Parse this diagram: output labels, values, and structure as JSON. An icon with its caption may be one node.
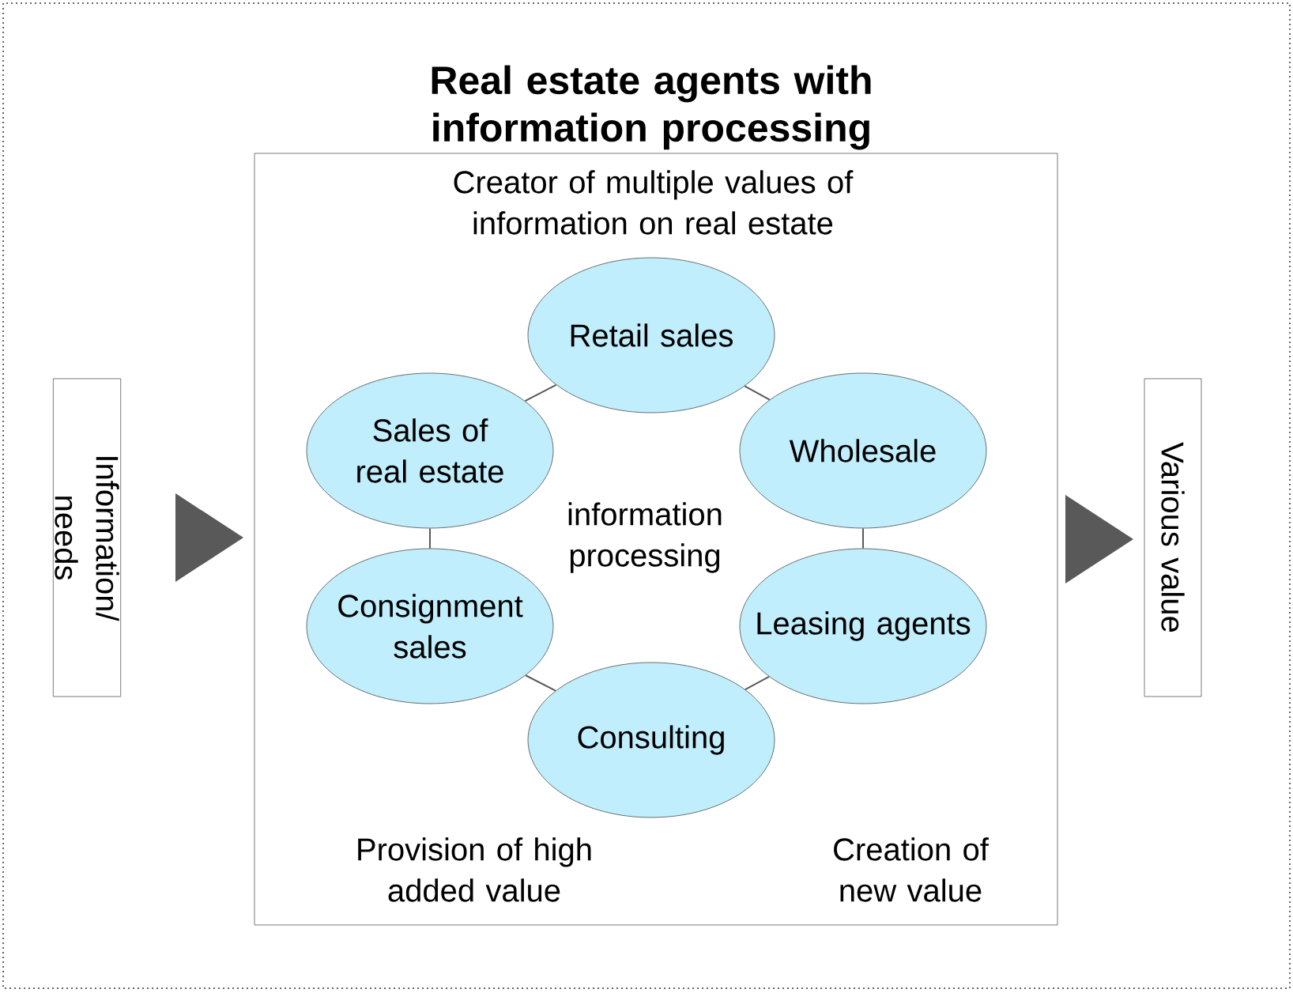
{
  "diagram": {
    "title": "Real estate agents with information processing",
    "nodes": [
      {
        "text": [
          "Information/ needs"
        ]
      },
      {
        "text": [
          "Creator of multiple values of information on real estate"
        ]
      },
      {
        "text": [
          "Retail sales"
        ],
        "in": 1
      },
      {
        "text": [
          "Sales of real estate"
        ],
        "in": 1
      },
      {
        "text": [
          "Wholesale"
        ],
        "in": 1
      },
      {
        "text": [
          "Consignment sales"
        ],
        "in": 1
      },
      {
        "text": [
          "Leasing agents"
        ],
        "in": 1
      },
      {
        "text": [
          "Consulting"
        ],
        "in": 1
      },
      {
        "text": [
          "Various value"
        ]
      }
    ],
    "edges": [
      {
        "from": 0,
        "to": 1,
        "arrow": "to"
      },
      {
        "from": 1,
        "to": 8,
        "arrow": "to"
      },
      {
        "from": 2,
        "to": 4,
        "arrow": "none"
      },
      {
        "from": 4,
        "to": 6,
        "arrow": "none"
      },
      {
        "from": 6,
        "to": 7,
        "arrow": "none"
      },
      {
        "from": 7,
        "to": 5,
        "arrow": "none"
      },
      {
        "from": 5,
        "to": 3,
        "arrow": "none"
      },
      {
        "from": 3,
        "to": 2,
        "arrow": "none"
      }
    ],
    "labels": [
      "information processing",
      "Provision of high added value",
      "Creation of new value"
    ]
  }
}
